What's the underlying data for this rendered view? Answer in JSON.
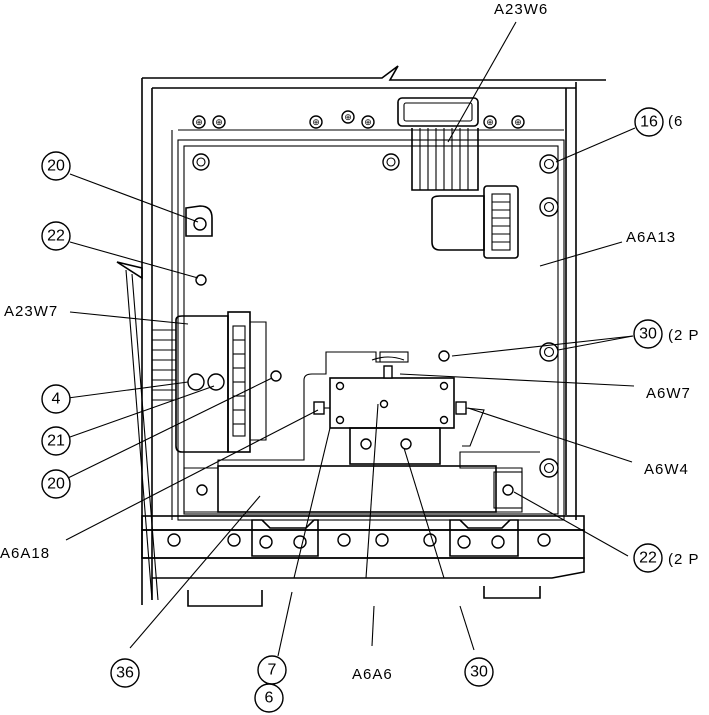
{
  "diagram": {
    "labels": {
      "a23w6": "A23W6",
      "a6a13": "A6A13",
      "a23w7": "A23W7",
      "a6w7": "A6W7",
      "a6w4": "A6W4",
      "a6a18": "A6A18",
      "a6a6": "A6A6"
    },
    "callouts": {
      "c16": "16",
      "c16_qty": "(6",
      "c20_top": "20",
      "c22_top": "22",
      "c4": "4",
      "c21": "21",
      "c20_mid": "20",
      "c30_right": "30",
      "c30_right_qty": "(2 P",
      "c22_bottom": "22",
      "c22_bottom_qty": "(2 P",
      "c36": "36",
      "c7": "7",
      "c6": "6",
      "c30_bottom": "30"
    }
  }
}
